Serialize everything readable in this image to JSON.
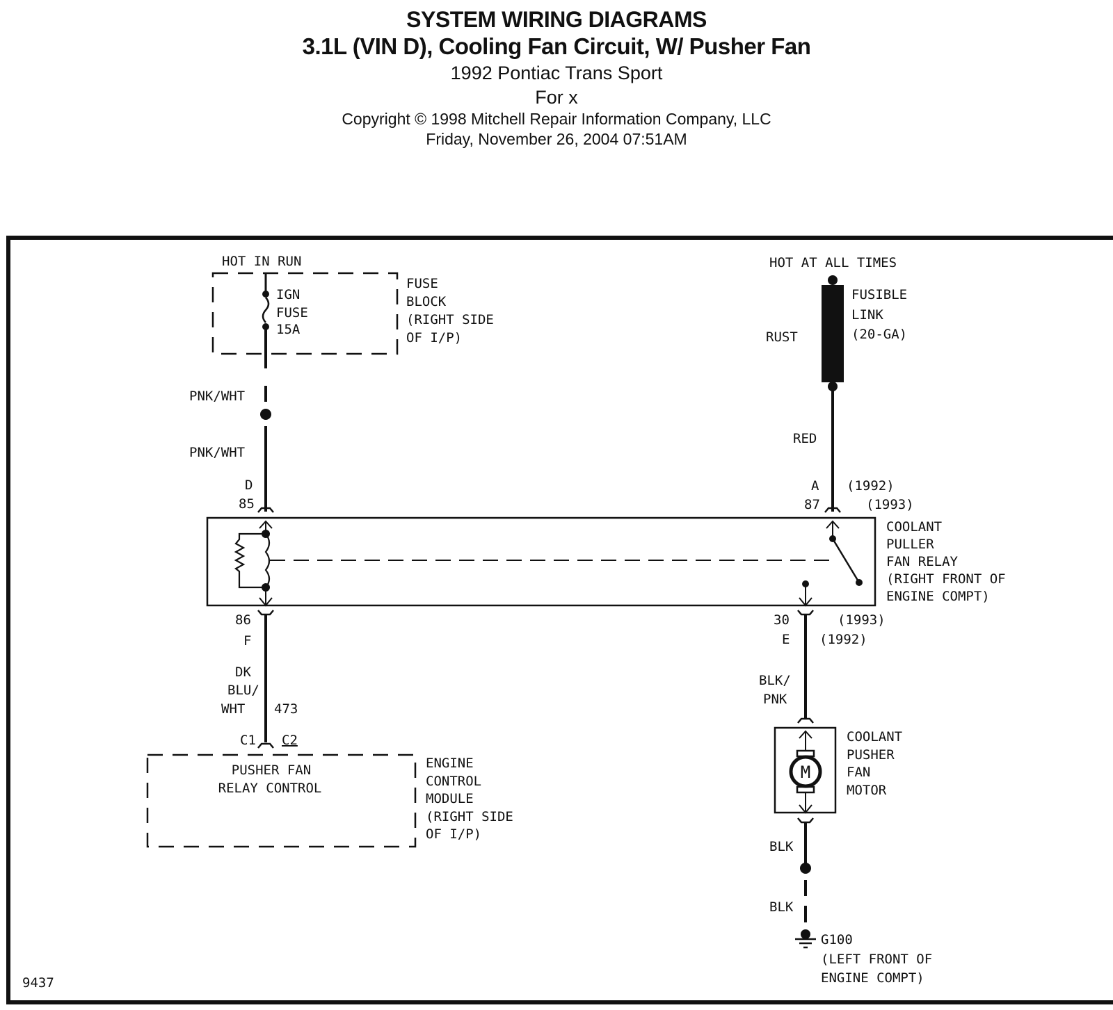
{
  "header": {
    "title": "SYSTEM WIRING DIAGRAMS",
    "subtitle": "3.1L (VIN D), Cooling Fan Circuit, W/ Pusher Fan",
    "vehicle": "1992 Pontiac Trans Sport",
    "for_line": "For x",
    "copyright": "Copyright © 1998 Mitchell Repair Information Company, LLC",
    "timestamp": "Friday, November 26, 2004  07:51AM"
  },
  "diagram": {
    "figure_number": "9437",
    "left_circuit": {
      "power_source": "HOT IN RUN",
      "fuse": {
        "line1": "IGN",
        "line2": "FUSE",
        "rating": "15A"
      },
      "fuse_block_label": [
        "FUSE",
        "BLOCK",
        "(RIGHT SIDE",
        "OF I/P)"
      ],
      "wire_upper": "PNK/WHT",
      "wire_lower": "PNK/WHT",
      "relay_top_pin_letter": "D",
      "relay_top_pin_number": "85",
      "relay_bottom_pin_number": "86",
      "relay_bottom_pin_letter": "F",
      "wire_ecm": [
        "DK",
        "BLU/",
        "WHT"
      ],
      "circuit_number": "473",
      "ecm_connector_c1": "C1",
      "ecm_connector_c2": "C2",
      "ecm_function": [
        "PUSHER FAN",
        "RELAY CONTROL"
      ],
      "ecm_label": [
        "ENGINE",
        "CONTROL",
        "MODULE",
        "(RIGHT SIDE",
        "OF I/P)"
      ]
    },
    "right_circuit": {
      "power_source": "HOT AT ALL TIMES",
      "fusible_link_label": [
        "FUSIBLE",
        "LINK",
        "(20-GA)"
      ],
      "fusible_link_color": "RUST",
      "wire_to_relay": "RED",
      "relay_top_pin_letter": "A",
      "relay_top_pin_letter_year": "(1992)",
      "relay_top_pin_number": "87",
      "relay_top_pin_number_year": "(1993)",
      "relay_label": [
        "COOLANT",
        "PULLER",
        "FAN RELAY",
        "(RIGHT FRONT OF",
        "ENGINE COMPT)"
      ],
      "relay_bottom_pin_number": "30",
      "relay_bottom_pin_number_year": "(1993)",
      "relay_bottom_pin_letter": "E",
      "relay_bottom_pin_letter_year": "(1992)",
      "wire_to_motor": [
        "BLK/",
        "PNK"
      ],
      "motor_symbol": "M",
      "motor_label": [
        "COOLANT",
        "PUSHER",
        "FAN",
        "MOTOR"
      ],
      "wire_ground_upper": "BLK",
      "wire_ground_lower": "BLK",
      "ground_id": "G100",
      "ground_location": [
        "(LEFT FRONT OF",
        "ENGINE COMPT)"
      ]
    }
  }
}
